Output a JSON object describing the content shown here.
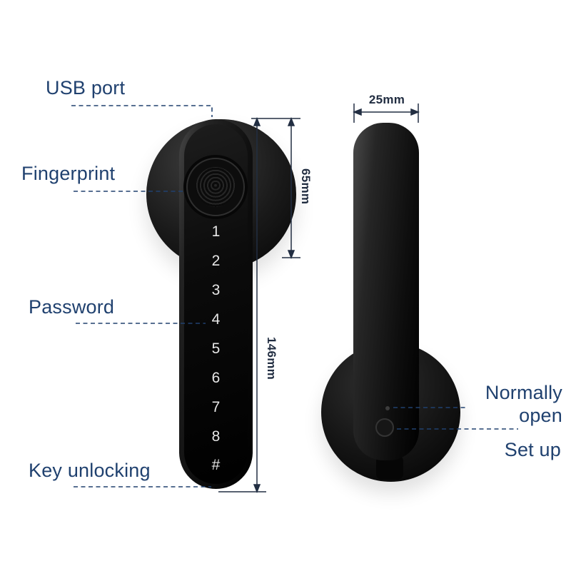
{
  "annotations": {
    "usb_port": "USB port",
    "fingerprint": "Fingerprint",
    "password": "Password",
    "key_unlocking": "Key unlocking",
    "normally_open": "Normally open",
    "set_up": "Set up"
  },
  "dimensions": {
    "width_label": "25mm",
    "sensor_height_label": "65mm",
    "handle_length_label": "146mm"
  },
  "keypad": {
    "keys": [
      "1",
      "2",
      "3",
      "4",
      "5",
      "6",
      "7",
      "8",
      "#"
    ]
  },
  "colors": {
    "annotation_text": "#20416f",
    "dimension_text": "#222e42",
    "leader_line": "#20416f",
    "handle_black": "#0f0f0f",
    "background": "#ffffff"
  }
}
